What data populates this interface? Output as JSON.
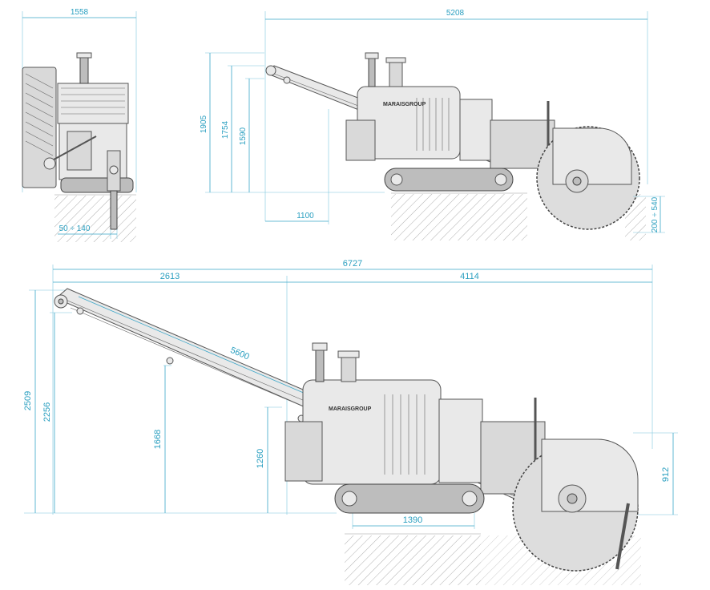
{
  "logo_text": "MARAISGROUP",
  "colors": {
    "dimension": "#2a9fc0",
    "machine_outline": "#555555",
    "machine_fill": "#e9e9e9"
  },
  "front_view": {
    "width_dim": "1558",
    "cut_width_dim": "50 ÷ 140"
  },
  "side_view": {
    "length_dim": "5208",
    "height_dims": [
      "1905",
      "1754",
      "1590"
    ],
    "discharge_dim": "1100",
    "depth_dim": "200 ÷ 540"
  },
  "conveyor_view": {
    "overall_length_dim": "6727",
    "rear_dim": "2613",
    "front_dim": "4114",
    "conveyor_length_dim": "5600",
    "height_dims": [
      "2509",
      "2256",
      "1668",
      "1260"
    ],
    "track_dim": "1390",
    "wheel_height_dim": "912"
  }
}
